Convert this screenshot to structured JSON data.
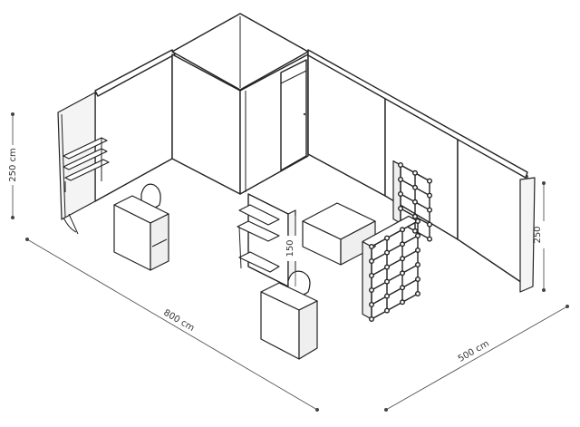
{
  "dimensions": {
    "height_left": "250 cm",
    "length": "800 cm",
    "width": "500 cm",
    "height_right": "250",
    "partition_height": "150"
  }
}
